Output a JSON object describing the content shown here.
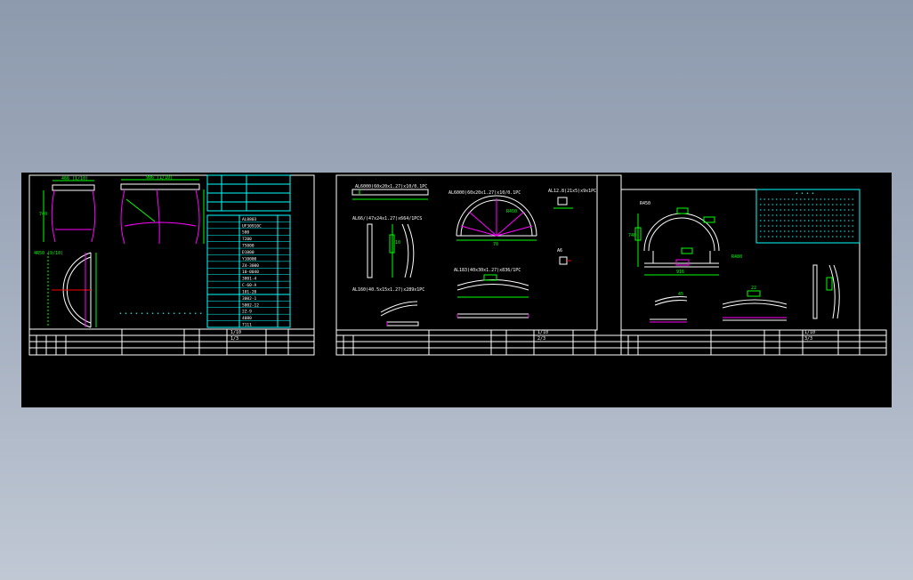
{
  "colors": {
    "background": "#000000",
    "border": "#ffffff",
    "dimension": "#00ff00",
    "geometry": "#ff00ff",
    "section": "#ff0000",
    "annotation": "#00ffff",
    "text": "#ffffff",
    "page_gradient_top": "#8d9aad",
    "page_gradient_bottom": "#c0c8d4"
  },
  "sheets": [
    {
      "name": "sheet-1",
      "labels": {
        "width_top": "466 (1/10)",
        "width_side": "986 (1/10)",
        "height": "740",
        "arc_label": "4R50 (9/10)",
        "note": "• • • • • • • • • • • • • • • •",
        "scale": "1/10"
      },
      "parts": [
        "AL8803",
        "UF30910C",
        "500",
        "7200",
        "75000",
        "D1000",
        "Y10000",
        "Z4-3000",
        "10-0040",
        "3001-4",
        "C-60-A",
        "101-20",
        "3002-1",
        "5002-12",
        "2Z-9",
        "4080",
        "7111"
      ]
    },
    {
      "name": "sheet-2",
      "labels": {
        "part_a": "AL6000(60x20x1.27)x10/0.1PC",
        "part_b": "AL6000(60x20x1.27)x10/0.1PC",
        "part_c": "AL66/(47x24x1.27)x664/1PCS",
        "part_d": "AL183(40x30x1.27)x836/1PC",
        "part_e": "AL12.8(21x5)x9x1PC",
        "part_f": "AL160(40.5x15x1.27)x289x1PC",
        "dim_1": "R450",
        "dim_2": "70",
        "dim_3": "A6",
        "dim_4": "10"
      }
    },
    {
      "name": "sheet-3",
      "labels": {
        "arc_top": "R450",
        "width": "916",
        "height": "740",
        "note_title": "• • • •",
        "dim_1": "R480",
        "dim_2": "45",
        "dim_3": "22"
      }
    }
  ],
  "title_block": {
    "scale": "1/10",
    "sheet_numbers": [
      "1/3",
      "2/3",
      "3/3"
    ]
  }
}
